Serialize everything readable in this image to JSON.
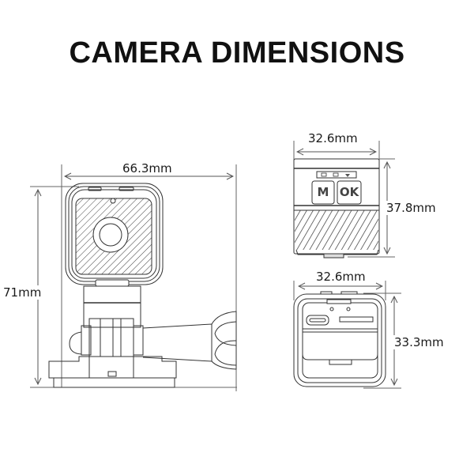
{
  "title": "CAMERA DIMENSIONS",
  "views": {
    "front_with_mount": {
      "width_label": "66.3mm",
      "height_label": "71mm"
    },
    "back": {
      "width_label": "32.6mm",
      "height_label": "37.8mm",
      "buttons": {
        "mode": "M",
        "ok": "OK"
      },
      "status_icons": [
        "camera-icon",
        "video-icon",
        "wifi-icon"
      ]
    },
    "side_ports": {
      "width_label": "32.6mm",
      "height_label": "33.3mm",
      "ports": [
        "micro-usb-port",
        "sd-card-slot"
      ],
      "indicators": [
        "led-indicator-1",
        "led-indicator-2"
      ]
    }
  },
  "colors": {
    "line": "#333333",
    "dimension_line": "#555555",
    "text": "#1a1a1a",
    "background": "#ffffff"
  }
}
